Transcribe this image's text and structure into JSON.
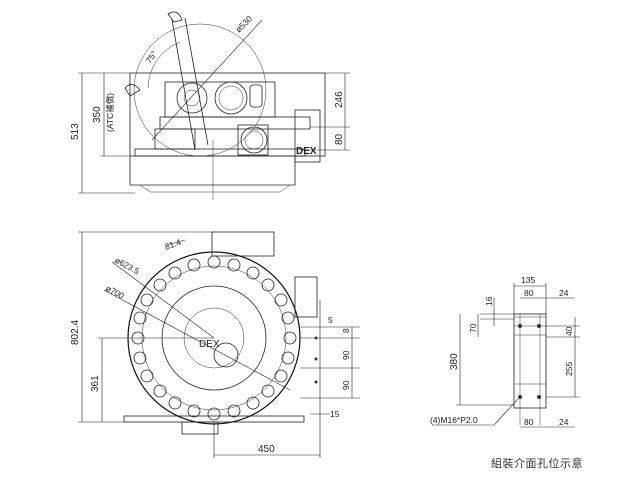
{
  "drawing": {
    "caption": "組裝介面孔位示意",
    "brand_mark": "DEX"
  },
  "side_view": {
    "dims": {
      "overall_height": "513",
      "atc_height": "350",
      "atc_note": "(ATC補償)",
      "swing_diameter": "ø530",
      "swing_angle": "75°",
      "right_height": "246",
      "right_offset": "80"
    }
  },
  "top_view": {
    "dims": {
      "pitch": "81.4",
      "pitch_circle": "ø623.5",
      "outer_circle": "ø700",
      "overall_height": "802.4",
      "center_height": "361",
      "width": "450",
      "gap_top": "5",
      "gap_small": "8",
      "spacing_1": "90",
      "spacing_2": "90",
      "gap_bottom": "15"
    },
    "pocket_count": 24
  },
  "interface_view": {
    "dims": {
      "width": "135",
      "hole_spacing_top": "80",
      "edge_top": "24",
      "top_offset": "16",
      "upper_height": "70",
      "overall_height": "380",
      "upper_gap": "40",
      "hole_vertical": "255",
      "hole_spacing_bottom": "80",
      "edge_bottom": "24"
    },
    "hole_callout": "(4)M16*P2.0"
  }
}
